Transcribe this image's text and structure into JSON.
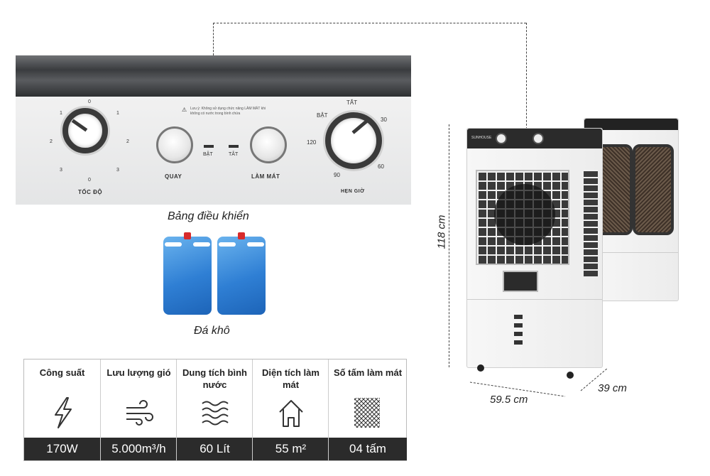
{
  "panel": {
    "caption": "Bảng điều khiển",
    "speed_dial": {
      "label": "TỐC ĐỘ",
      "ticks": [
        "0",
        "1",
        "1",
        "2",
        "2",
        "3",
        "3",
        "0"
      ]
    },
    "swing_button": {
      "label": "QUAY"
    },
    "cool_button": {
      "label": "LÀM MÁT"
    },
    "switch_on": "BẬT",
    "switch_off": "TẮT",
    "warning_text": "Lưu ý: Không sử dụng chức năng LÀM MÁT khi không có nước trong bình chứa",
    "timer_dial": {
      "label": "HẸN GIỜ",
      "ticks": [
        "TẮT",
        "BẬT",
        "30",
        "120",
        "60",
        "90"
      ]
    }
  },
  "ice": {
    "caption": "Đá khô"
  },
  "specs": [
    {
      "title": "Công suất",
      "icon": "lightning-icon",
      "value": "170W"
    },
    {
      "title": "Lưu lượng gió",
      "icon": "wind-icon",
      "value": "5.000m³/h"
    },
    {
      "title": "Dung tích bình nước",
      "icon": "water-waves-icon",
      "value": "60 Lít"
    },
    {
      "title": "Diện tích làm mát",
      "icon": "house-icon",
      "value": "55 m²"
    },
    {
      "title": "Số tấm làm mát",
      "icon": "cooling-pad-icon",
      "value": "04 tấm"
    }
  ],
  "dimensions": {
    "height": "118 cm",
    "width": "59.5 cm",
    "depth": "39 cm"
  },
  "cooler": {
    "brand": "SUNHOUSE"
  }
}
